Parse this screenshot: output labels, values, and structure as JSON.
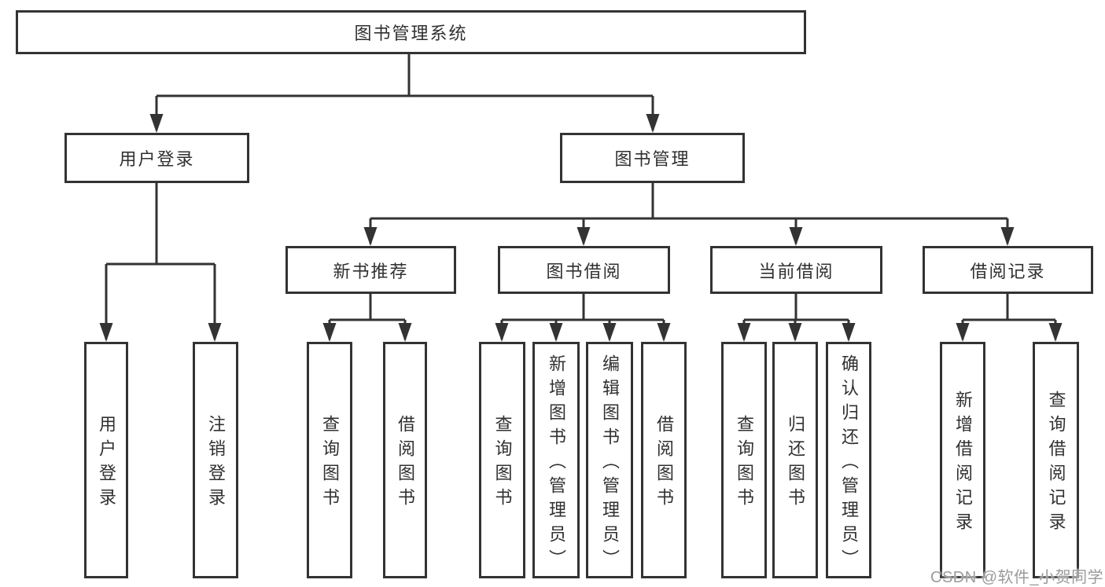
{
  "diagram_title": "图书管理系统",
  "nodes": {
    "root": {
      "label": "图书管理系统"
    },
    "user_login": {
      "label": "用户登录"
    },
    "book_mgmt": {
      "label": "图书管理"
    },
    "new_book_rec": {
      "label": "新书推荐"
    },
    "book_borrow": {
      "label": "图书借阅"
    },
    "current_borrow": {
      "label": "当前借阅"
    },
    "borrow_records": {
      "label": "借阅记录"
    },
    "leaf_user_login": {
      "label": "用户登录"
    },
    "leaf_logout": {
      "label": "注销登录"
    },
    "leaf_query_book_1": {
      "label": "查询图书"
    },
    "leaf_borrow_book_1": {
      "label": "借阅图书"
    },
    "leaf_query_book_2": {
      "label": "查询图书"
    },
    "leaf_add_book": {
      "label": "新增图书（管理员）"
    },
    "leaf_edit_book": {
      "label": "编辑图书（管理员）"
    },
    "leaf_borrow_book_2": {
      "label": "借阅图书"
    },
    "leaf_query_book_3": {
      "label": "查询图书"
    },
    "leaf_return_book": {
      "label": "归还图书"
    },
    "leaf_confirm_return": {
      "label": "确认归还（管理员）"
    },
    "leaf_add_record": {
      "label": "新增借阅记录"
    },
    "leaf_query_record": {
      "label": "查询借阅记录"
    }
  },
  "hierarchy": {
    "图书管理系统": {
      "用户登录": [
        "用户登录",
        "注销登录"
      ],
      "图书管理": {
        "新书推荐": [
          "查询图书",
          "借阅图书"
        ],
        "图书借阅": [
          "查询图书",
          "新增图书（管理员）",
          "编辑图书（管理员）",
          "借阅图书"
        ],
        "当前借阅": [
          "查询图书",
          "归还图书",
          "确认归还（管理员）"
        ],
        "借阅记录": [
          "新增借阅记录",
          "查询借阅记录"
        ]
      }
    }
  },
  "watermark": "CSDN @软件_小贺同学",
  "colors": {
    "line": "#333333",
    "box_border": "#333333",
    "text": "#303030",
    "background": "#ffffff",
    "watermark": "#9b9b9b"
  }
}
